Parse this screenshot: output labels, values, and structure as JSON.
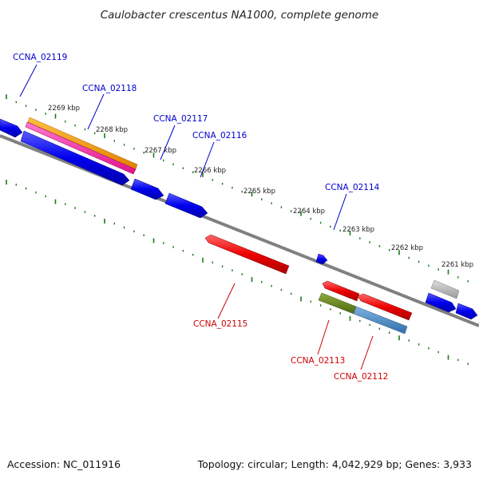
{
  "title": "Caulobacter crescentus NA1000, complete genome",
  "footer": {
    "accession": "Accession: NC_011916",
    "summary": "Topology: circular; Length: 4,042,929 bp; Genes: 3,933"
  },
  "colors": {
    "forward_gene": "#0000ee",
    "reverse_gene": "#ee0000",
    "forward_label": "#0000cc",
    "reverse_label": "#cc0000",
    "tick": "#1a7a1a",
    "backbone": "#808080"
  },
  "scale_labels": [
    "2269 kbp",
    "2268 kbp",
    "2267 kbp",
    "2266 kbp",
    "2265 kbp",
    "2264 kbp",
    "2263 kbp",
    "2262 kbp",
    "2261 kbp"
  ],
  "gene_labels": {
    "forward": [
      "CCNA_02119",
      "CCNA_02118",
      "CCNA_02117",
      "CCNA_02116",
      "CCNA_02114"
    ],
    "reverse": [
      "CCNA_02115",
      "CCNA_02113",
      "CCNA_02112"
    ]
  }
}
